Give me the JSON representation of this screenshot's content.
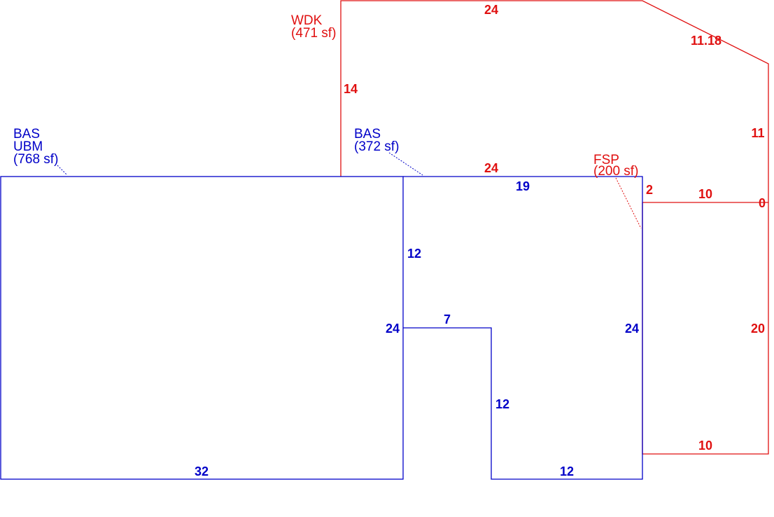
{
  "colors": {
    "living": "#0000c8",
    "exterior": "#e01010"
  },
  "areas": {
    "bas_ubm": {
      "line1": "BAS",
      "line2": "UBM",
      "line3": "(768 sf)"
    },
    "bas": {
      "line1": "BAS",
      "line2": "(372 sf)"
    },
    "wdk": {
      "line1": "WDK",
      "line2": "(471 sf)"
    },
    "fsp": {
      "line1": "FSP",
      "line2": "(200 sf)"
    }
  },
  "dimensions": {
    "ubm_bottom": "32",
    "ubm_right": "24",
    "bas_top": "19",
    "bas_left_upper": "12",
    "bas_notch_top": "7",
    "bas_notch_side": "12",
    "bas_bottom": "12",
    "bas_right": "24",
    "wdk_top": "24",
    "wdk_diagonal": "11.18",
    "wdk_left": "14",
    "wdk_bottom": "24",
    "wdk_right": "11",
    "fsp_top_short": "2",
    "fsp_top": "10",
    "fsp_zero": "0",
    "fsp_right": "20",
    "fsp_bottom": "10"
  }
}
